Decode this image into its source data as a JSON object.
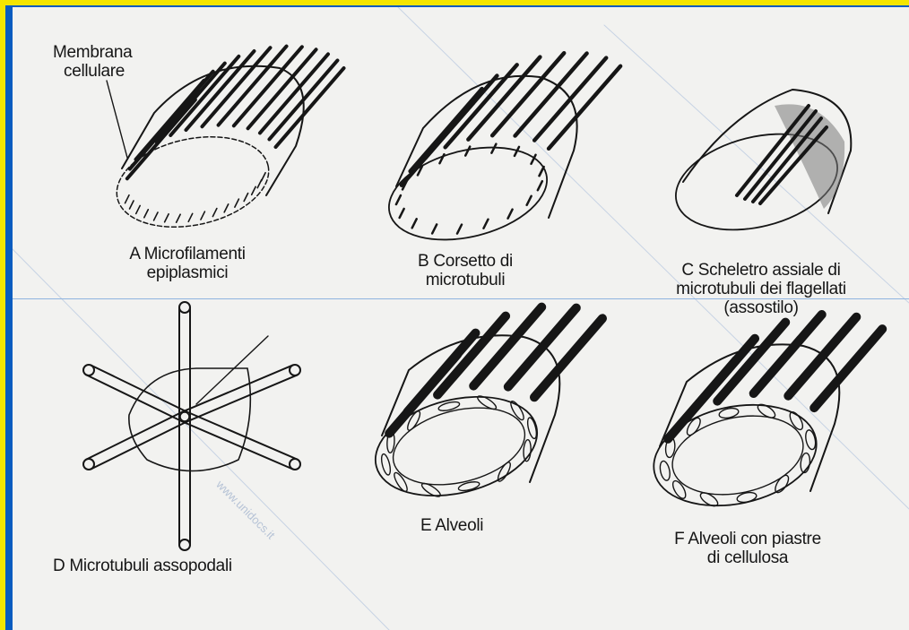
{
  "labels": {
    "membrane": [
      "Membrana",
      "cellulare"
    ],
    "A": [
      "A Microfilamenti",
      "epiplasmici"
    ],
    "B": [
      "B Corsetto di",
      "microtubuli"
    ],
    "C": [
      "C Scheletro assiale di",
      "microtubuli dei flagellati",
      "(assostilo)"
    ],
    "D": "D Microtubuli assopodali",
    "E": "E Alveoli",
    "F": [
      "F Alveoli con piastre",
      "di cellulosa"
    ]
  },
  "watermark": "www.unidocs.it",
  "colors": {
    "frame_blue": "#0a5cc0",
    "frame_yellow": "#f5e600",
    "paper": "#f2f2f0",
    "ink": "#161616"
  }
}
